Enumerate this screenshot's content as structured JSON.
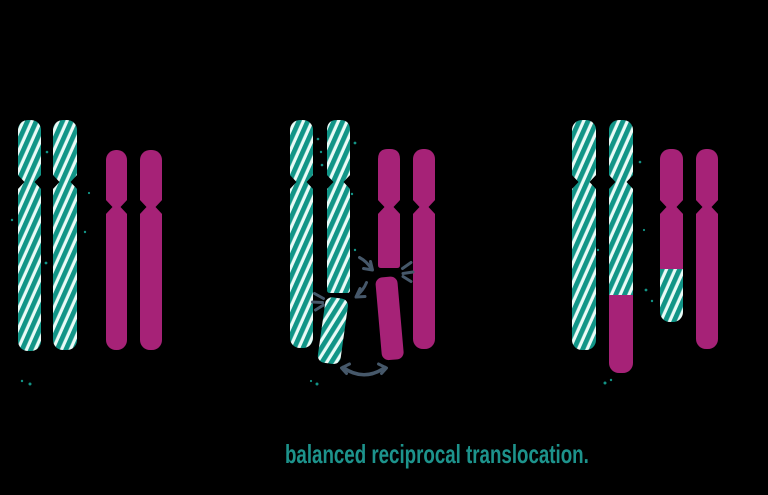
{
  "caption": {
    "text": "balanced reciprocal translocation."
  },
  "colors": {
    "background": "#000000",
    "teal": "#119587",
    "teal_light": "#e9fbf7",
    "magenta": "#a62277",
    "arrow": "#46586a",
    "caption_text": "#1d938c"
  },
  "diagram": {
    "type": "chromosome-translocation-illustration",
    "panels": [
      {
        "name": "original chromosome pairs",
        "chromosomes": [
          {
            "label": "teal striped homolog 1",
            "pattern": "teal-striped",
            "state": "intact"
          },
          {
            "label": "teal striped homolog 2",
            "pattern": "teal-striped",
            "state": "intact"
          },
          {
            "label": "magenta homolog 1",
            "pattern": "magenta-solid",
            "state": "intact"
          },
          {
            "label": "magenta homolog 2",
            "pattern": "magenta-solid",
            "state": "intact"
          }
        ]
      },
      {
        "name": "chromosome breaks and exchange",
        "chromosomes": [
          {
            "label": "teal striped homolog 1",
            "pattern": "teal-striped",
            "state": "intact"
          },
          {
            "label": "teal striped homolog 2",
            "pattern": "teal-striped",
            "state": "broken",
            "break_detail": "lower segment detached and tilted right"
          },
          {
            "label": "magenta homolog 1",
            "pattern": "magenta-solid",
            "state": "broken",
            "break_detail": "lower segment detached and tilted left"
          },
          {
            "label": "magenta homolog 2",
            "pattern": "magenta-solid",
            "state": "intact"
          }
        ],
        "annotations": [
          "break arrow into teal break",
          "break arrow into magenta break",
          "shatter sparks at both breaks",
          "curved swap arrow between detached segments"
        ]
      },
      {
        "name": "balanced reciprocal translocation result",
        "chromosomes": [
          {
            "label": "teal striped homolog 1",
            "pattern": "teal-striped",
            "state": "intact"
          },
          {
            "label": "derivative teal chromosome",
            "pattern": "teal-striped with magenta tail",
            "state": "translocated"
          },
          {
            "label": "derivative magenta chromosome",
            "pattern": "magenta with teal striped tail",
            "state": "translocated"
          },
          {
            "label": "magenta homolog 2",
            "pattern": "magenta-solid",
            "state": "intact"
          }
        ]
      }
    ]
  }
}
